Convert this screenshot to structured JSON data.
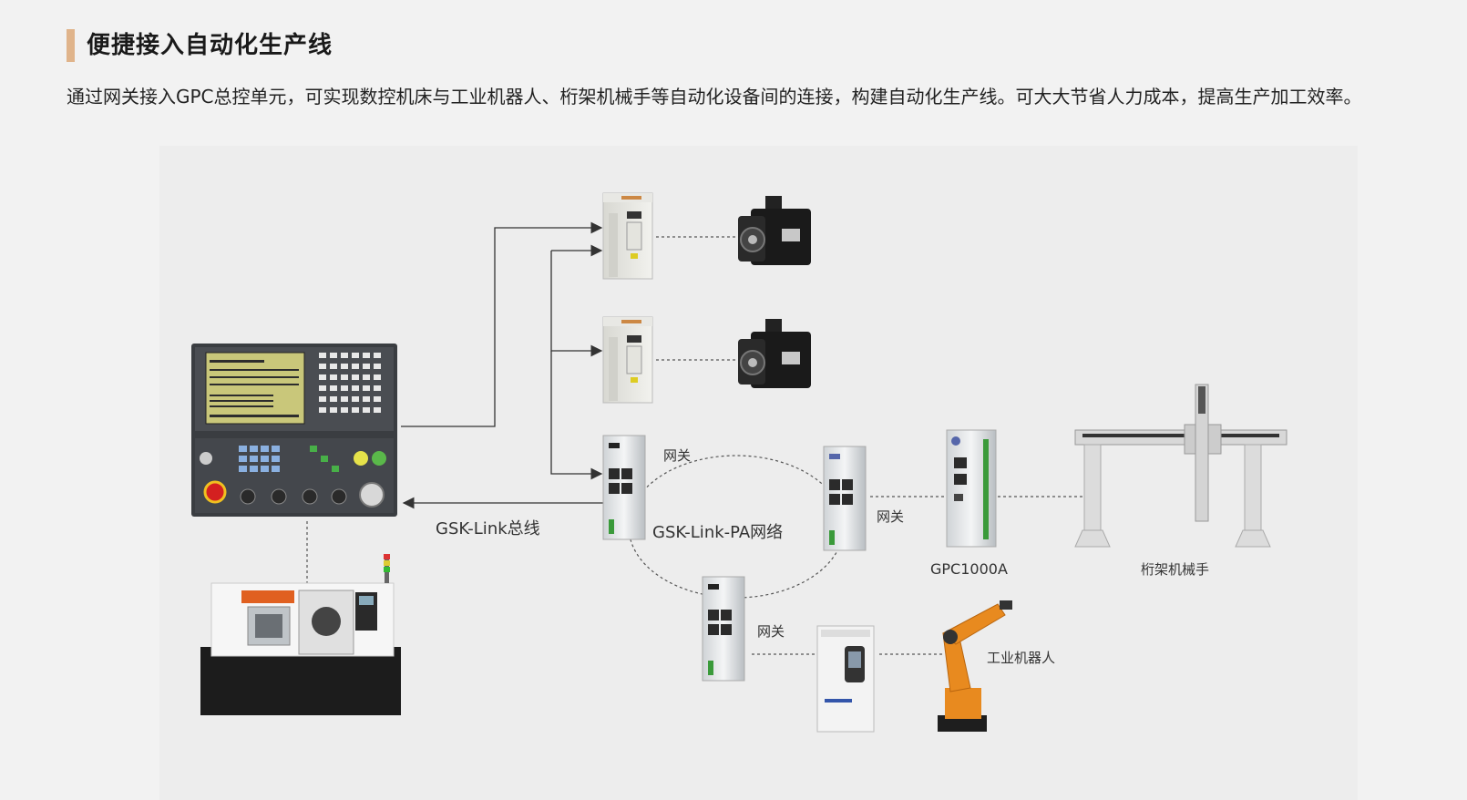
{
  "section": {
    "title": "便捷接入自动化生产线",
    "description": "通过网关接入GPC总控单元，可实现数控机床与工业机器人、桁架机械手等自动化设备间的连接，构建自动化生产线。可大大节省人力成本，提高生产加工效率。"
  },
  "diagram": {
    "bus_label": "GSK-Link总线",
    "network_label": "GSK-Link-PA网络",
    "gateway_label_1": "网关",
    "gateway_label_2": "网关",
    "gateway_label_3": "网关",
    "gpc_label": "GPC1000A",
    "gantry_label": "桁架机械手",
    "robot_label": "工业机器人"
  },
  "colors": {
    "accent": "#e0b48b",
    "robot_orange": "#e88a1f",
    "line": "#333333"
  }
}
